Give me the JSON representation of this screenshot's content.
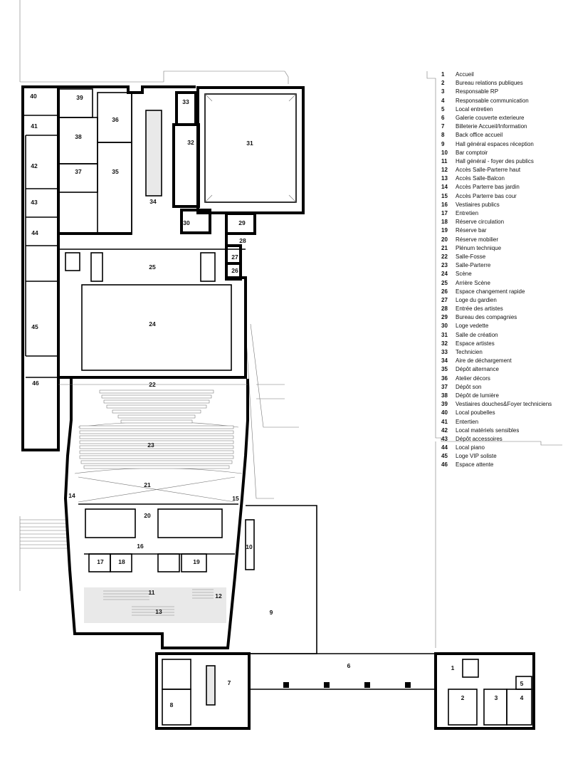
{
  "legend": [
    {
      "number": "1",
      "label": "Accueil"
    },
    {
      "number": "2",
      "label": "Bureau relations publiques"
    },
    {
      "number": "3",
      "label": "Responsable RP"
    },
    {
      "number": "4",
      "label": "Responsable communication"
    },
    {
      "number": "5",
      "label": "Local entretien"
    },
    {
      "number": "6",
      "label": "Galerie couverte exterieure"
    },
    {
      "number": "7",
      "label": "Billeterie Accueil/Information"
    },
    {
      "number": "8",
      "label": "Back office accueil"
    },
    {
      "number": "9",
      "label": "Hall général espaces réception"
    },
    {
      "number": "10",
      "label": "Bar comptoir"
    },
    {
      "number": "11",
      "label": "Hall général - foyer des publics"
    },
    {
      "number": "12",
      "label": "Accès Salle-Parterre haut"
    },
    {
      "number": "13",
      "label": "Accès Salle-Balcon"
    },
    {
      "number": "14",
      "label": "Accès Parterre bas jardin"
    },
    {
      "number": "15",
      "label": "Accès Parterre bas cour"
    },
    {
      "number": "16",
      "label": "Vestiaires publics"
    },
    {
      "number": "17",
      "label": "Entretien"
    },
    {
      "number": "18",
      "label": "Réserve circulation"
    },
    {
      "number": "19",
      "label": "Réserve bar"
    },
    {
      "number": "20",
      "label": "Réserve mobilier"
    },
    {
      "number": "21",
      "label": "Plénum technique"
    },
    {
      "number": "22",
      "label": "Salle-Fosse"
    },
    {
      "number": "23",
      "label": "Salle-Parterre"
    },
    {
      "number": "24",
      "label": "Scène"
    },
    {
      "number": "25",
      "label": "Arrière Scène"
    },
    {
      "number": "26",
      "label": "Espace changement rapide"
    },
    {
      "number": "27",
      "label": "Loge du gardien"
    },
    {
      "number": "28",
      "label": "Entrée des artistes"
    },
    {
      "number": "29",
      "label": "Bureau des compagnies"
    },
    {
      "number": "30",
      "label": "Loge vedette"
    },
    {
      "number": "31",
      "label": "Salle de création"
    },
    {
      "number": "32",
      "label": "Espace artistes"
    },
    {
      "number": "33",
      "label": "Technicien"
    },
    {
      "number": "34",
      "label": "Aire de déchargement"
    },
    {
      "number": "35",
      "label": "Dépôt alternance"
    },
    {
      "number": "36",
      "label": "Atelier décors"
    },
    {
      "number": "37",
      "label": "Dépôt son"
    },
    {
      "number": "38",
      "label": "Dépôt de lumière"
    },
    {
      "number": "39",
      "label": "Vestiaires douches&Foyer techniciens"
    },
    {
      "number": "40",
      "label": "Local poubelles"
    },
    {
      "number": "41",
      "label": "Entertien"
    },
    {
      "number": "42",
      "label": "Local matériels sensibles"
    },
    {
      "number": "43",
      "label": "Dépôt accessoires"
    },
    {
      "number": "44",
      "label": "Local piano"
    },
    {
      "number": "45",
      "label": "Loge VIP soliste"
    },
    {
      "number": "46",
      "label": "Espace attente"
    }
  ],
  "room_labels": {
    "r1": "1",
    "r2": "2",
    "r3": "3",
    "r4": "4",
    "r5": "5",
    "r6": "6",
    "r7": "7",
    "r8": "8",
    "r9": "9",
    "r10": "10",
    "r11": "11",
    "r12": "12",
    "r13": "13",
    "r14": "14",
    "r15": "15",
    "r16": "16",
    "r17": "17",
    "r18": "18",
    "r19": "19",
    "r20": "20",
    "r21": "21",
    "r22": "22",
    "r23": "23",
    "r24": "24",
    "r25": "25",
    "r26": "26",
    "r27": "27",
    "r28": "28",
    "r29": "29",
    "r30": "30",
    "r31": "31",
    "r32": "32",
    "r33": "33",
    "r34": "34",
    "r35": "35",
    "r36": "36",
    "r37": "37",
    "r38": "38",
    "r39": "39",
    "r40": "40",
    "r41": "41",
    "r42": "42",
    "r43": "43",
    "r44": "44",
    "r45": "45",
    "r46": "46"
  }
}
